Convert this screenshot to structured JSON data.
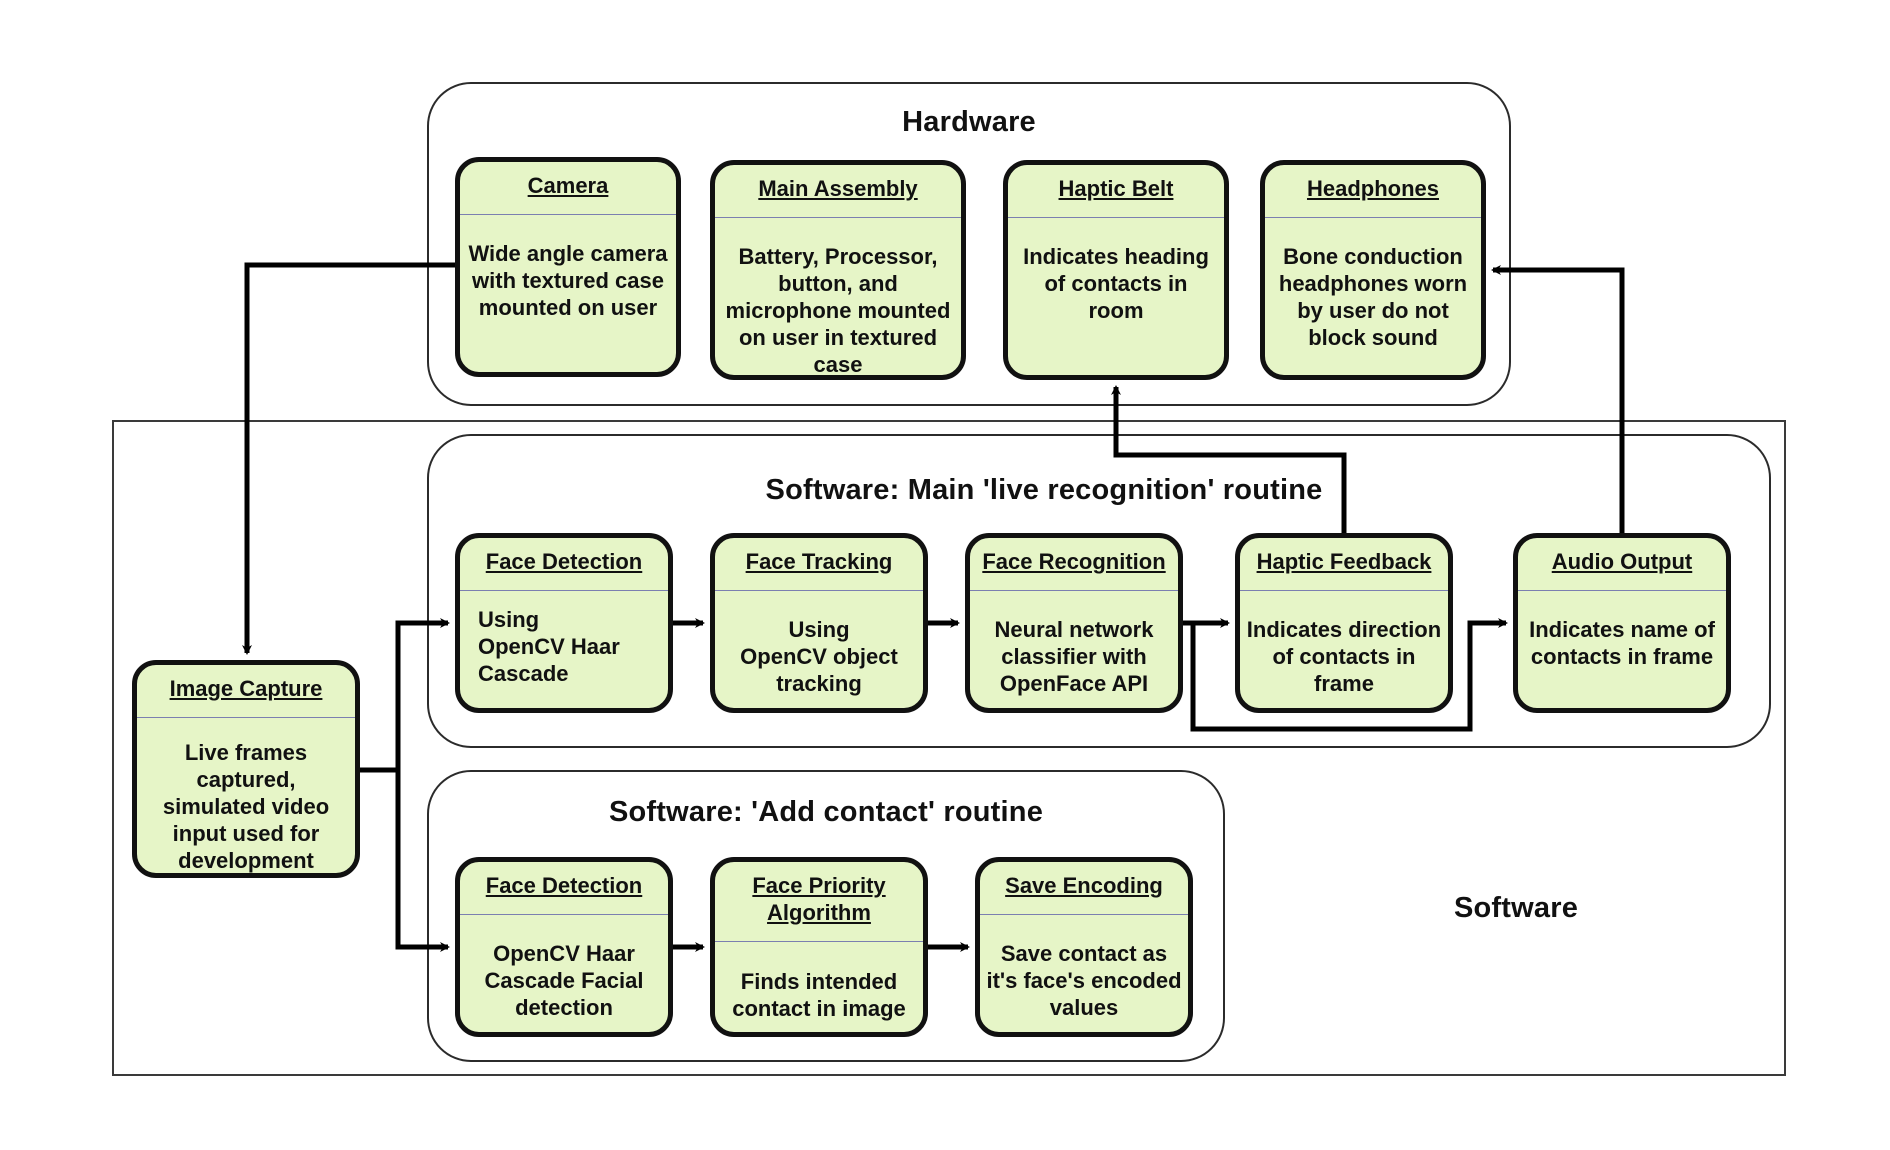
{
  "groups": {
    "hardware": {
      "title": "Hardware"
    },
    "software": {
      "title": "Software"
    },
    "live": {
      "title": "Software: Main 'live recognition' routine"
    },
    "add": {
      "title": "Software: 'Add contact' routine"
    }
  },
  "cards": {
    "camera": {
      "title": "Camera",
      "body": "Wide angle camera\nwith textured case\nmounted on user"
    },
    "main_assembly": {
      "title": "Main Assembly",
      "body": "Battery, Processor,\nbutton, and\nmicrophone mounted\non user in textured\ncase"
    },
    "haptic_belt": {
      "title": "Haptic Belt",
      "body": "Indicates heading\nof contacts in\nroom"
    },
    "headphones": {
      "title": "Headphones",
      "body": "Bone conduction\nheadphones worn\nby user do not\nblock sound"
    },
    "image_capture": {
      "title": "Image Capture",
      "body": "Live frames\ncaptured,\nsimulated video\ninput used for\ndevelopment"
    },
    "live_face_detection": {
      "title": "Face Detection",
      "body": "Using\nOpenCV Haar\nCascade"
    },
    "face_tracking": {
      "title": "Face Tracking",
      "body": "Using\nOpenCV object\ntracking"
    },
    "face_recognition": {
      "title": "Face Recognition",
      "body": "Neural network\nclassifier with\nOpenFace API"
    },
    "haptic_feedback": {
      "title": "Haptic Feedback",
      "body": "Indicates direction\nof contacts in\nframe"
    },
    "audio_output": {
      "title": "Audio Output",
      "body": "Indicates name of\ncontacts in frame"
    },
    "add_face_detection": {
      "title": "Face Detection",
      "body": "OpenCV Haar\nCascade Facial\ndetection"
    },
    "face_priority": {
      "title": "Face Priority\nAlgorithm",
      "body": "Finds intended\ncontact in image"
    },
    "save_encoding": {
      "title": "Save Encoding",
      "body": "Save contact as\nit's face's encoded\nvalues"
    }
  },
  "colors": {
    "card_fill": "#e6f5c7",
    "card_border": "#111111",
    "divider": "#7b7fb0",
    "connector": "#000000"
  }
}
